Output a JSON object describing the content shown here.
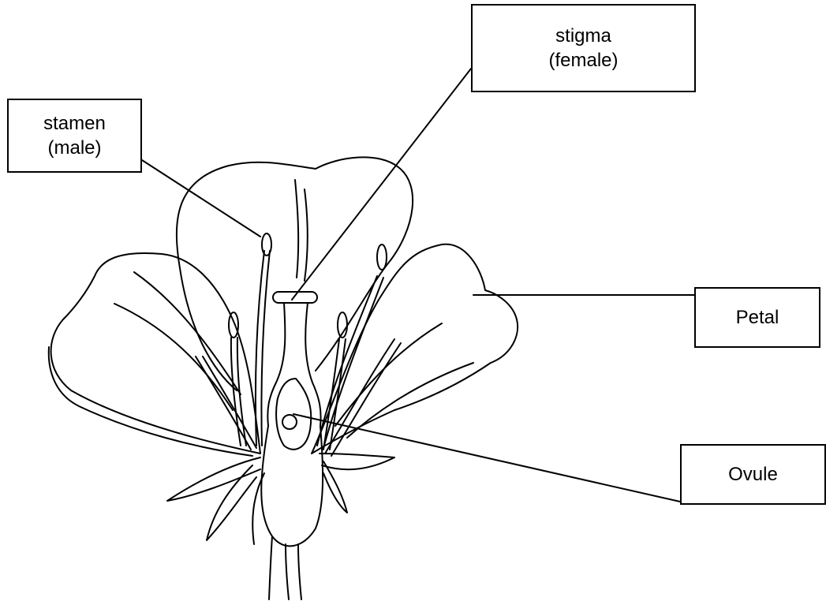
{
  "title": "",
  "colors": {
    "line": "#000000",
    "background": "#ffffff"
  },
  "labels": {
    "stamen": {
      "line1": "stamen",
      "line2": "(male)"
    },
    "stigma": {
      "line1": "stigma",
      "line2": "(female)"
    },
    "petal": {
      "text": "Petal"
    },
    "ovule": {
      "text": "Ovule"
    }
  }
}
